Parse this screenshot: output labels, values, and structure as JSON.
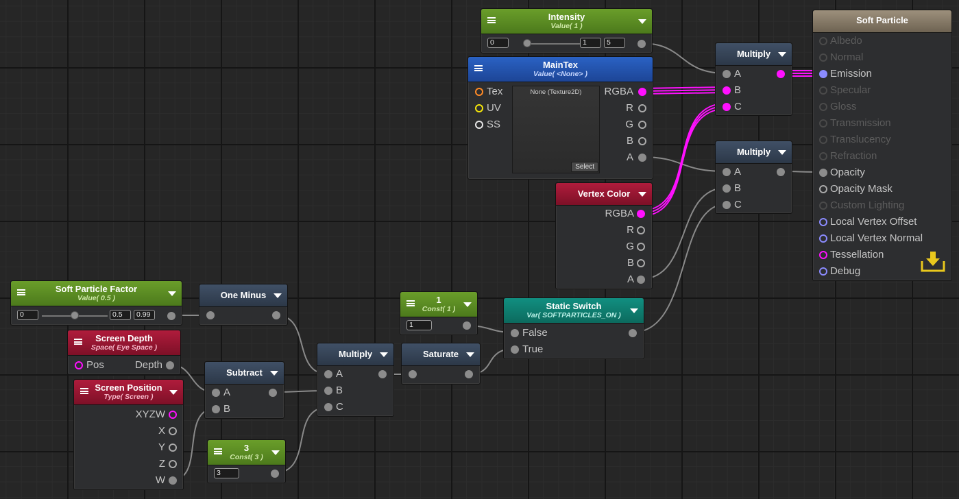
{
  "nodes": {
    "intensity": {
      "title": "Intensity",
      "subtitle": "Value( 1 )",
      "min": "0",
      "value": "1",
      "max": "5",
      "fraction": 0.2
    },
    "maintex": {
      "title": "MainTex",
      "subtitle": "Value( <None> )",
      "in_ports": [
        "Tex",
        "UV",
        "SS"
      ],
      "out_ports": [
        "RGBA",
        "R",
        "G",
        "B",
        "A"
      ],
      "preview_label": "None (Texture2D)",
      "select_label": "Select"
    },
    "multiply_top": {
      "title": "Multiply",
      "in_ports": [
        "A",
        "B",
        "C"
      ]
    },
    "multiply_mid": {
      "title": "Multiply",
      "in_ports": [
        "A",
        "B",
        "C"
      ]
    },
    "vertex_color": {
      "title": "Vertex Color",
      "out_ports": [
        "RGBA",
        "R",
        "G",
        "B",
        "A"
      ]
    },
    "soft_particle": {
      "title": "Soft Particle",
      "ports": [
        "Albedo",
        "Normal",
        "Emission",
        "Specular",
        "Gloss",
        "Transmission",
        "Translucency",
        "Refraction",
        "Opacity",
        "Opacity Mask",
        "Custom Lighting",
        "Local Vertex Offset",
        "Local Vertex Normal",
        "Tessellation",
        "Debug"
      ]
    },
    "soft_particle_factor": {
      "title": "Soft Particle Factor",
      "subtitle": "Value( 0.5 )",
      "min": "0",
      "value": "0.5",
      "max": "0.99",
      "fraction": 0.505
    },
    "one_minus": {
      "title": "One Minus"
    },
    "screen_depth": {
      "title": "Screen Depth",
      "subtitle": "Space( Eye Space )",
      "in_port": "Pos",
      "out_port": "Depth"
    },
    "screen_position": {
      "title": "Screen Position",
      "subtitle": "Type( Screen )",
      "out_ports": [
        "XYZW",
        "X",
        "Y",
        "Z",
        "W"
      ]
    },
    "subtract": {
      "title": "Subtract",
      "in_ports": [
        "A",
        "B"
      ]
    },
    "multiply_low": {
      "title": "Multiply",
      "in_ports": [
        "A",
        "B",
        "C"
      ]
    },
    "saturate": {
      "title": "Saturate"
    },
    "const1": {
      "title": "1",
      "subtitle": "Const( 1 )",
      "value": "1"
    },
    "const3": {
      "title": "3",
      "subtitle": "Const( 3 )",
      "value": "3"
    },
    "static_switch": {
      "title": "Static Switch",
      "subtitle": "Var( SOFTPARTICLES_ON )",
      "in_ports": [
        "False",
        "True"
      ]
    }
  },
  "colors": {
    "wire": "#8a8a8a",
    "color_wire": "#ff10ff",
    "grid_bg": "#262626",
    "save_icon": "#e9c81d"
  },
  "icons": [
    "menu-icon",
    "dropdown-arrow-icon",
    "save-to-material-icon"
  ]
}
